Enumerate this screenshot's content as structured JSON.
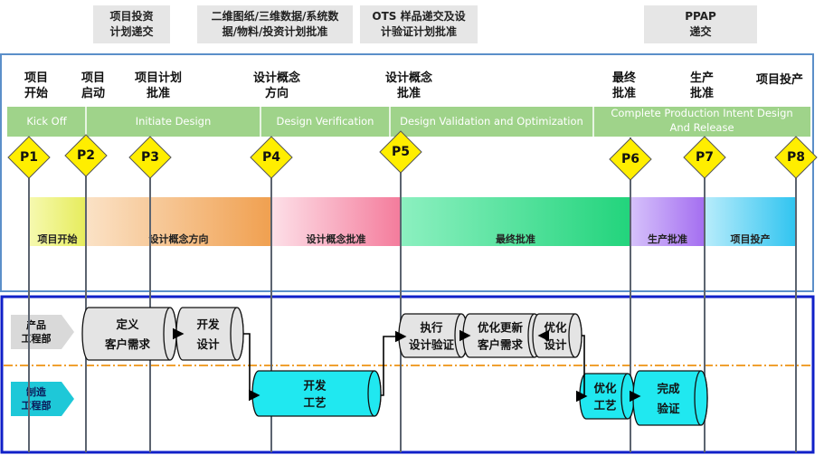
{
  "top_boxes": [
    {
      "lines": [
        "项目投资",
        "计划递交"
      ]
    },
    {
      "lines": [
        "二维图纸/三维数据/系统数",
        "据/物料/投资计划批准"
      ]
    },
    {
      "lines": [
        "OTS 样品递交及设",
        "计验证计划批准"
      ]
    },
    {
      "lines": [
        "PPAP",
        "递交"
      ]
    }
  ],
  "milestones": [
    {
      "lines": [
        "项目",
        "开始"
      ]
    },
    {
      "lines": [
        "项目",
        "启动"
      ]
    },
    {
      "lines": [
        "项目计划",
        "批准"
      ]
    },
    {
      "lines": [
        "设计概念",
        "方向"
      ]
    },
    {
      "lines": [
        "设计概念",
        "批准"
      ]
    },
    {
      "lines": [
        "最终",
        "批准"
      ]
    },
    {
      "lines": [
        "生产",
        "批准"
      ]
    },
    {
      "lines": [
        "项目投产"
      ]
    }
  ],
  "phases": [
    {
      "lines": [
        "Kick Off"
      ]
    },
    {
      "lines": [
        "Initiate Design"
      ]
    },
    {
      "lines": [
        "Design Verification"
      ]
    },
    {
      "lines": [
        "Design Validation and Optimization"
      ]
    },
    {
      "lines": [
        "Complete Production Intent Design",
        "And Release"
      ]
    }
  ],
  "gates": [
    "P1",
    "P2",
    "P3",
    "P4",
    "P5",
    "P6",
    "P7",
    "P8"
  ],
  "bands": [
    {
      "label": "项目开始",
      "color": "#e8ef6a"
    },
    {
      "label": "设计概念方向",
      "color": "#f0a85a"
    },
    {
      "label": "设计概念批准",
      "color": "#f48aa4"
    },
    {
      "label": "最终批准",
      "color": "#2ed884"
    },
    {
      "label": "生产批准",
      "color": "#b07ef0"
    },
    {
      "label": "项目投产",
      "color": "#3ec8f0"
    }
  ],
  "departments": [
    {
      "lines": [
        "产品",
        "工程部"
      ],
      "color": "#d9d9d9",
      "text_color": "#111111"
    },
    {
      "lines": [
        "制造",
        "工程部"
      ],
      "color": "#1ec8d8",
      "text_color": "#0a1a5a"
    }
  ],
  "tasks": [
    {
      "lines": [
        "定义",
        "客户需求"
      ],
      "dept": "product"
    },
    {
      "lines": [
        "开发",
        "设计"
      ],
      "dept": "product"
    },
    {
      "lines": [
        "开发",
        "工艺"
      ],
      "dept": "manufacturing"
    },
    {
      "lines": [
        "执行",
        "设计验证"
      ],
      "dept": "product"
    },
    {
      "lines": [
        "优化更新",
        "客户需求"
      ],
      "dept": "product"
    },
    {
      "lines": [
        "优化",
        "设计"
      ],
      "dept": "product"
    },
    {
      "lines": [
        "优化",
        "工艺"
      ],
      "dept": "manufacturing"
    },
    {
      "lines": [
        "完成",
        "验证"
      ],
      "dept": "manufacturing"
    }
  ],
  "colors": {
    "gate_fill": "#ffee00",
    "phase_bar": "#9fd38a",
    "frame_top": "#5b8fc9",
    "frame_bottom": "#1020c8",
    "divider": "#f0a030",
    "product_cyl": "#e4e4e4",
    "manufacturing_cyl": "#20e8f0"
  }
}
